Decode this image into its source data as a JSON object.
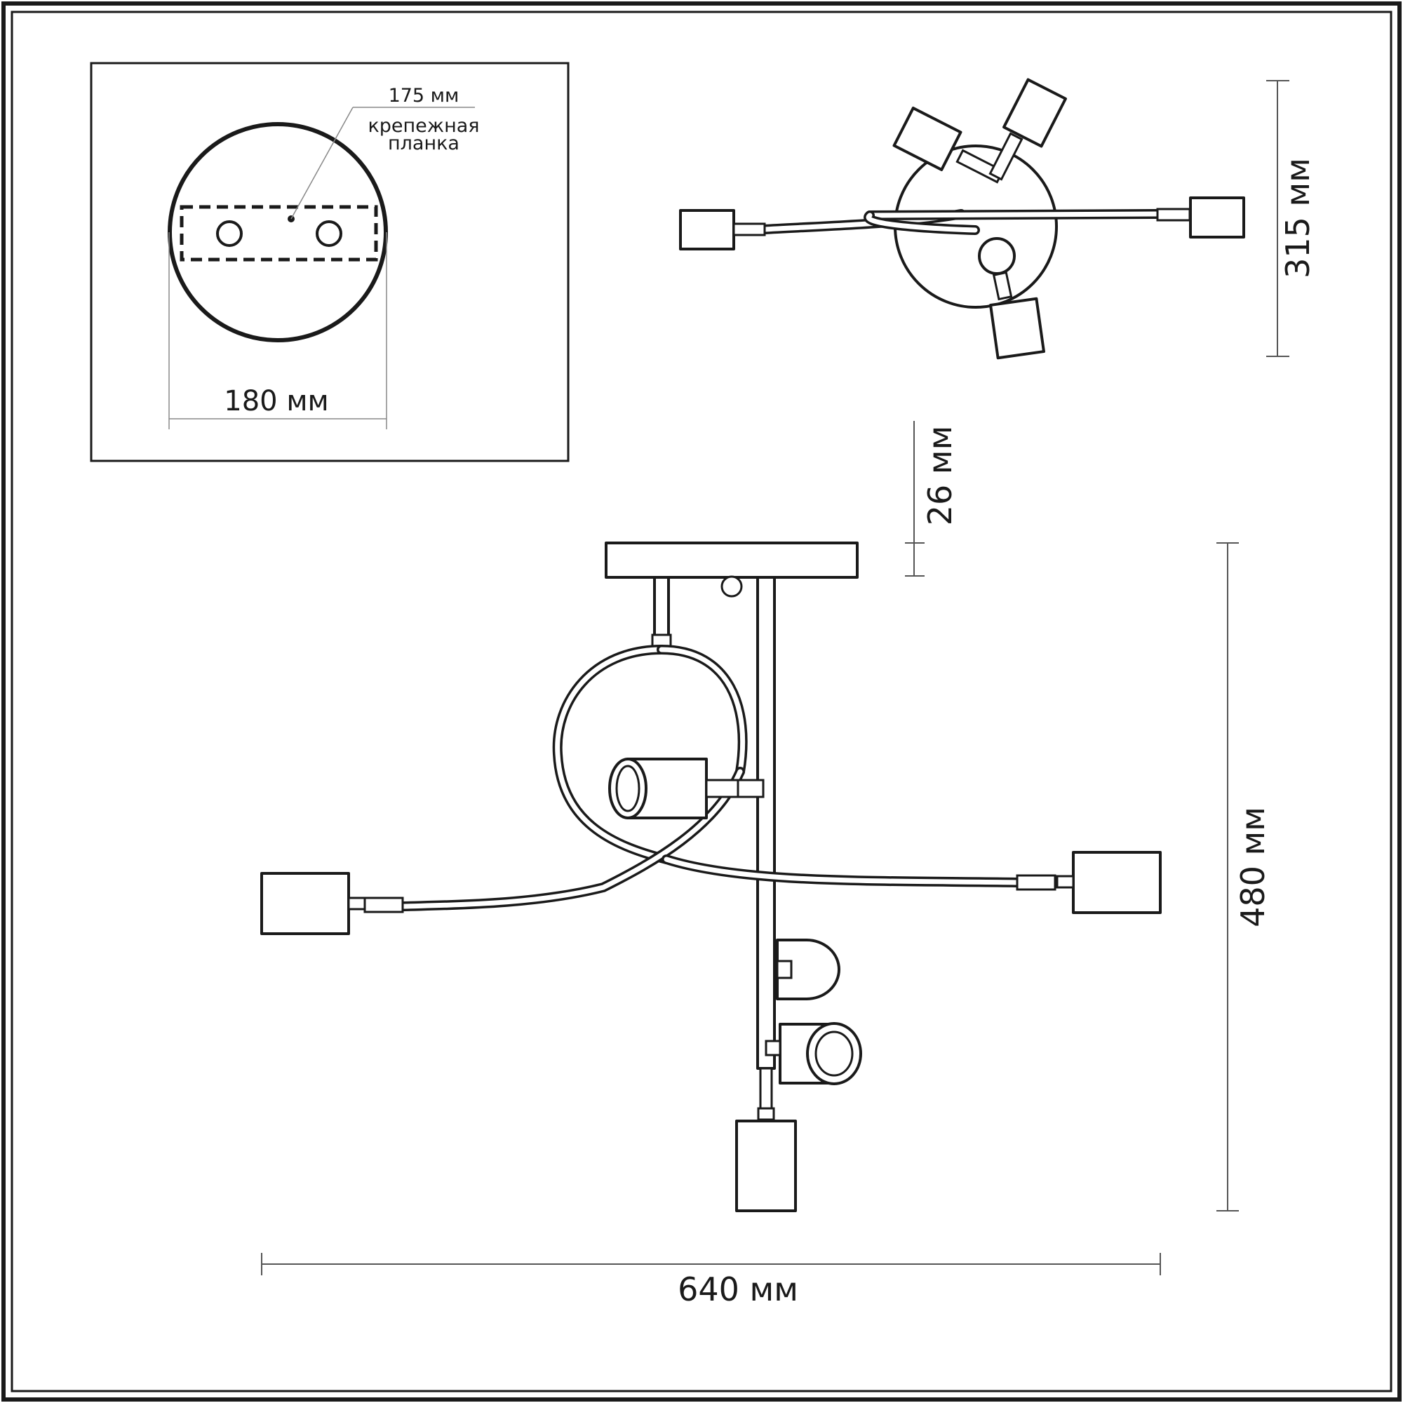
{
  "inset": {
    "label_175": "175 мм",
    "mount_label_line1": "крепежная",
    "mount_label_line2": "планка",
    "label_180": "180 мм"
  },
  "dimensions": {
    "height_top_view": "315 мм",
    "canopy_thickness": "26 мм",
    "total_height": "480 мм",
    "total_width": "640 мм"
  }
}
